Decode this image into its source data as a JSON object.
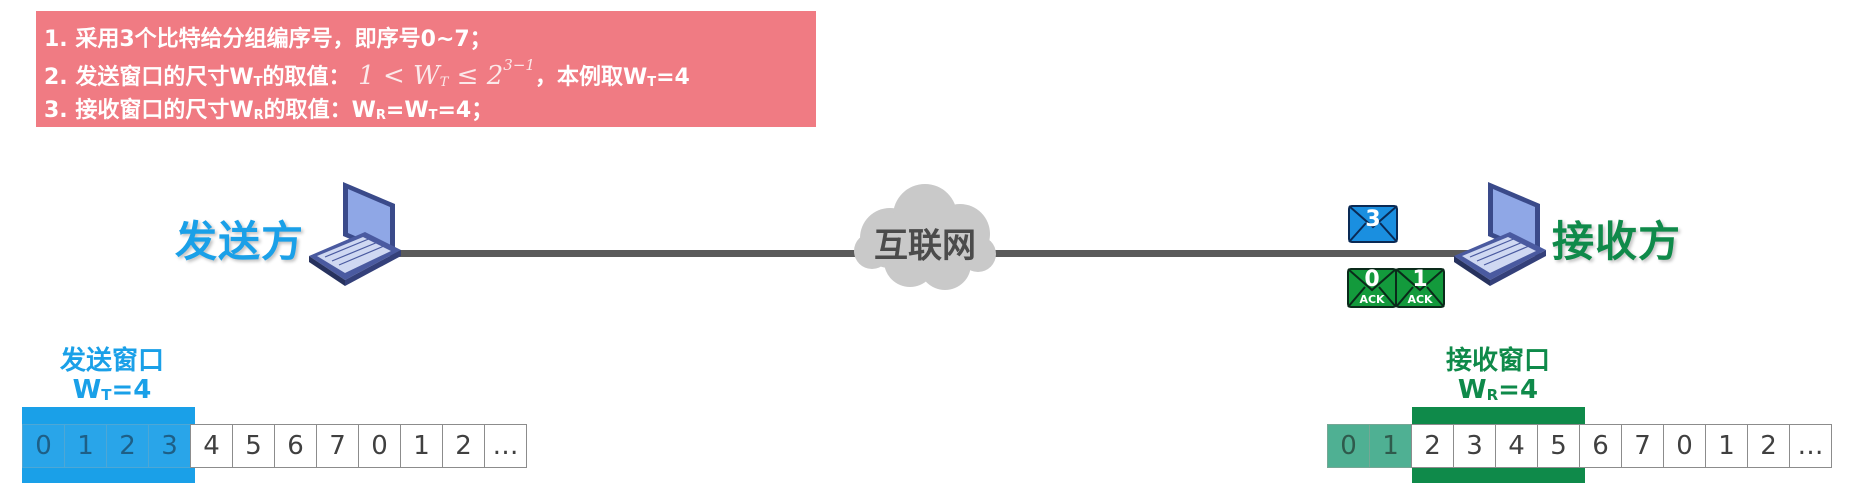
{
  "info": {
    "line1": "1. 采用3个比特给分组编序号，即序号0~7；",
    "line2_prefix": "2. 发送窗口的尺寸W",
    "line2_sub": "T",
    "line2_mid": "的取值：",
    "line2_math": "1 < W",
    "line2_math_sub": "T",
    "line2_math_le": " ≤ 2",
    "line2_math_sup": "3−1",
    "line2_suffix": "，本例取W",
    "line2_suffix_sub": "T",
    "line2_suffix_end": "=4",
    "line3_prefix": "3. 接收窗口的尺寸W",
    "line3_sub": "R",
    "line3_mid": "的取值：W",
    "line3_sub2": "R",
    "line3_eq": "=W",
    "line3_sub3": "T",
    "line3_end": "=4；"
  },
  "sender": {
    "label": "发送方"
  },
  "receiver": {
    "label": "接收方"
  },
  "network": {
    "label": "互联网"
  },
  "packets": {
    "data_seq": "3",
    "ack0_num": "0",
    "ack1_num": "1",
    "ack_text": "ACK"
  },
  "send_window": {
    "title": "发送窗口",
    "size_prefix": "W",
    "size_sub": "T",
    "size_value": "=4",
    "sequence": [
      "0",
      "1",
      "2",
      "3",
      "4",
      "5",
      "6",
      "7",
      "0",
      "1",
      "2",
      "…"
    ],
    "window_count": 4
  },
  "recv_window": {
    "title": "接收窗口",
    "size_prefix": "W",
    "size_sub": "R",
    "size_value": "=4",
    "sequence": [
      "0",
      "1",
      "2",
      "3",
      "4",
      "5",
      "6",
      "7",
      "0",
      "1",
      "2",
      "…"
    ],
    "received_count": 2
  },
  "colors": {
    "sender_blue": "#1aa0e8",
    "receiver_green": "#0f8a4a",
    "info_bg": "#f07b83"
  }
}
